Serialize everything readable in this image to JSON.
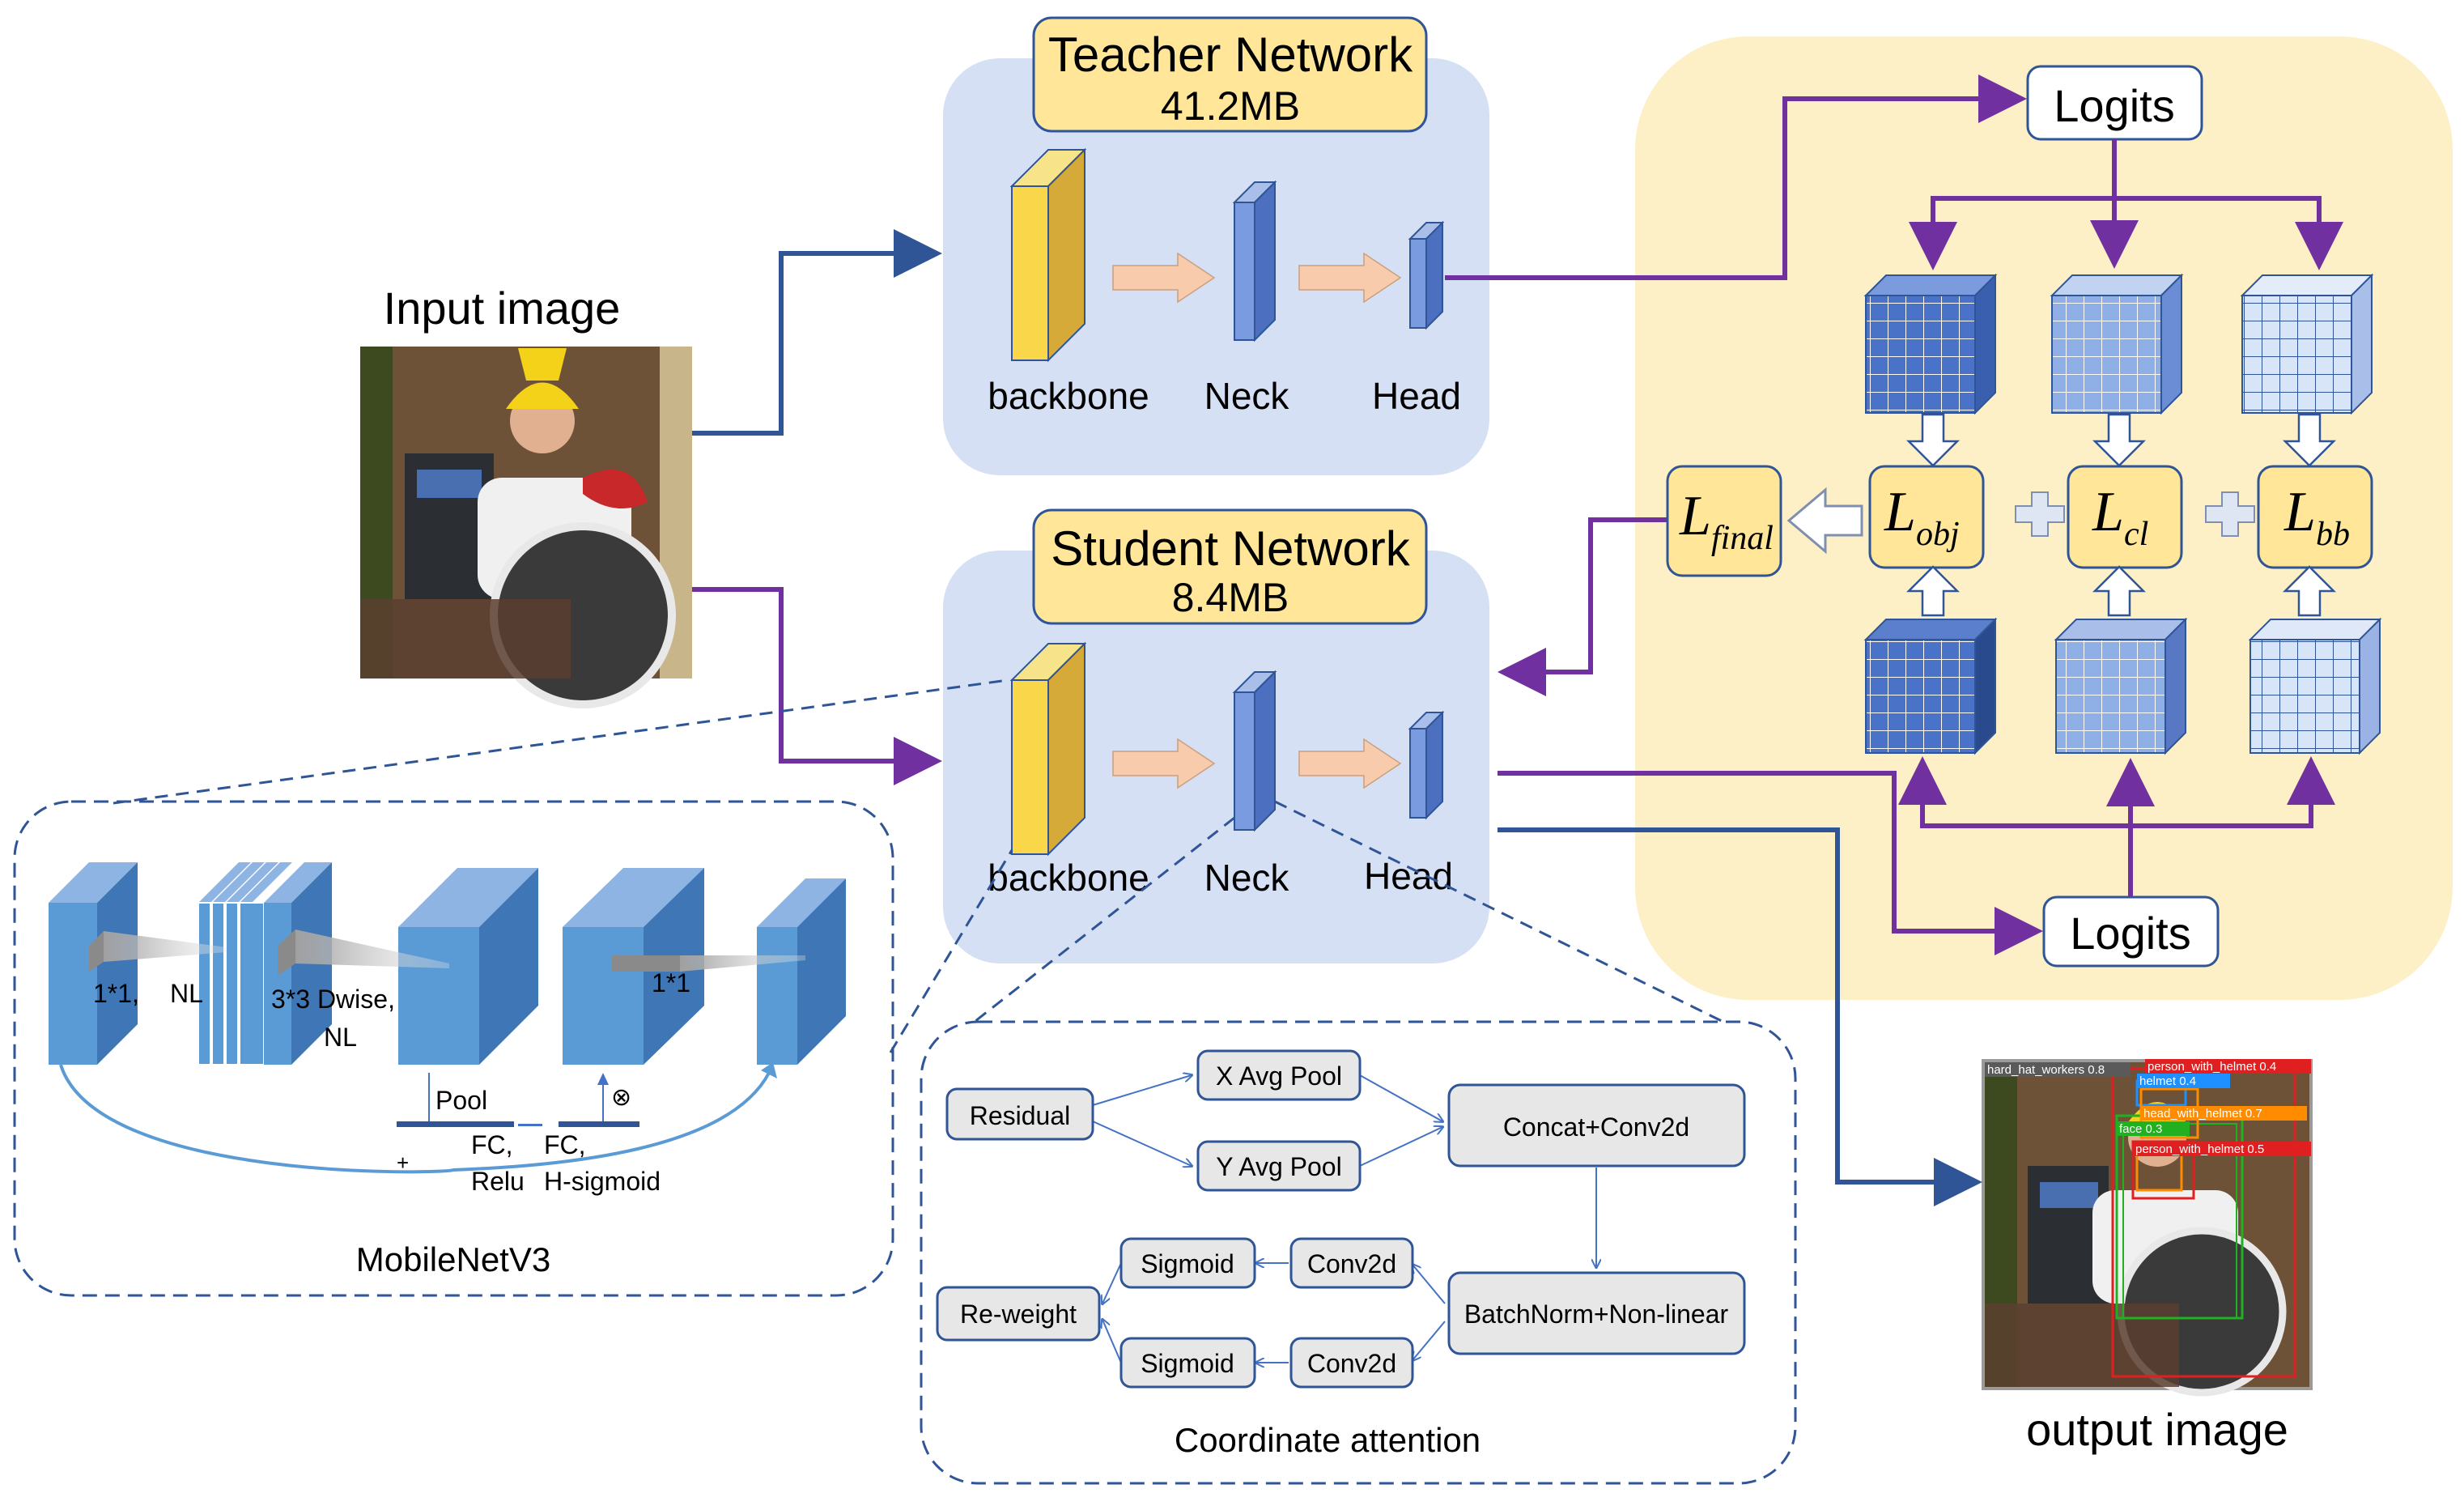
{
  "input": {
    "label": "Input image"
  },
  "output": {
    "label": "output image",
    "detections": [
      {
        "text": "hard_hat_workers 0.8"
      },
      {
        "text": "person_with_helmet 0.4"
      },
      {
        "text": "helmet 0.4"
      },
      {
        "text": "head_with_helmet 0.7"
      },
      {
        "text": "face 0.3"
      },
      {
        "text": "person_with_helmet 0.5"
      }
    ]
  },
  "teacher": {
    "title": "Teacher Network",
    "size": "41.2MB",
    "backbone": "backbone",
    "neck": "Neck",
    "head": "Head"
  },
  "student": {
    "title": "Student Network",
    "size": "8.4MB",
    "backbone": "backbone",
    "neck": "Neck",
    "head": "Head"
  },
  "distill": {
    "logits_top": "Logits",
    "logits_bottom": "Logits",
    "l_final": {
      "main": "L",
      "sub": "final"
    },
    "l_obj": {
      "main": "L",
      "sub": "obj"
    },
    "l_cl": {
      "main": "L",
      "sub": "cl"
    },
    "l_bb": {
      "main": "L",
      "sub": "bb"
    }
  },
  "mobilenet": {
    "title": "MobileNetV3",
    "l1": "1*1,",
    "l1b": "NL",
    "l2": "3*3 Dwise,",
    "l2b": "NL",
    "l3": "1*1",
    "pool": "Pool",
    "fc1": "FC,",
    "relu": "Relu",
    "fc2": "FC,",
    "hsig": "H-sigmoid",
    "plus": "+",
    "mult": "⊗"
  },
  "coord": {
    "title": "Coordinate attention",
    "residual": "Residual",
    "xpool": "X Avg Pool",
    "ypool": "Y Avg Pool",
    "concat": "Concat+Conv2d",
    "bn": "BatchNorm+Non-linear",
    "conv1": "Conv2d",
    "conv2": "Conv2d",
    "sig1": "Sigmoid",
    "sig2": "Sigmoid",
    "reweight": "Re-weight"
  },
  "colors": {
    "panel_blue": "#d6e0f4",
    "panel_yellow": "#fdf0c6",
    "title_fill": "#ffe699",
    "blue_arrow": "#2f5597",
    "purple_arrow": "#7030a0",
    "peach_arrow": "#f8cbad"
  }
}
